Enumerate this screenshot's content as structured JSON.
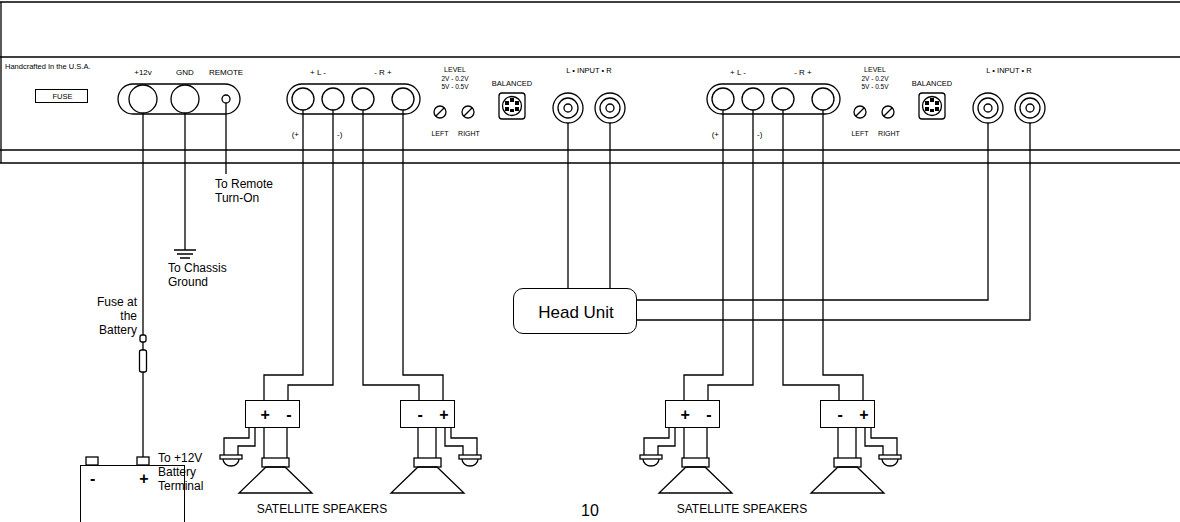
{
  "diagram": {
    "nodes": [
      {
        "text": [
          "FUSE"
        ]
      },
      {
        "text": [
          "Head Unit"
        ]
      },
      {
        "text": [
          "+",
          "-"
        ]
      },
      {
        "text": [
          "-",
          "+"
        ]
      },
      {
        "text": [
          "+",
          "-"
        ]
      },
      {
        "text": [
          "-",
          "+"
        ]
      },
      {
        "text": [
          "-",
          "+"
        ]
      }
    ],
    "labels": [
      "Handcrafted In the U.S.A.",
      "+12v",
      "GND",
      "REMOTE",
      "+ L -",
      "- R +",
      "(+",
      "-)",
      "LEVEL",
      "2V - 0.2V",
      "5V - 0.5V",
      "LEFT",
      "RIGHT",
      "BALANCED",
      "L • INPUT • R",
      "+ L -",
      "- R +",
      "(+",
      "-)",
      "LEVEL",
      "2V - 0.2V",
      "5V - 0.5V",
      "LEFT",
      "RIGHT",
      "BALANCED",
      "L • INPUT • R",
      "To Remote Turn-On",
      "To Chassis Ground",
      "Fuse at the Battery",
      "To +12V Battery Terminal",
      "SATELLITE SPEAKERS",
      "SATELLITE SPEAKERS",
      "10"
    ]
  }
}
